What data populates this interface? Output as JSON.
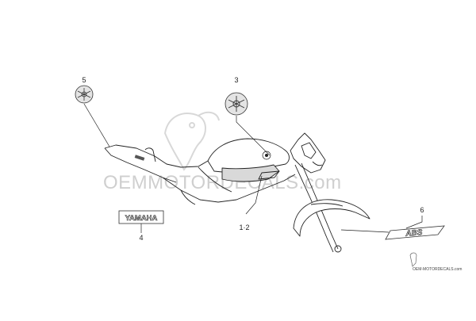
{
  "diagram": {
    "callouts": [
      {
        "id": "5",
        "label": "5"
      },
      {
        "id": "3",
        "label": "3"
      },
      {
        "id": "4",
        "label": "4"
      },
      {
        "id": "1-2",
        "label": "1·2"
      },
      {
        "id": "6",
        "label": "6"
      }
    ],
    "decal_yamaha_text": "YAMAHA",
    "decal_abs_text": "ABS",
    "watermark_text": "OEMMOTORDECALS.com",
    "brand_text": "OEM-MOTORDECALS.com",
    "colors": {
      "line": "#222222",
      "watermark": "#cfcfcf",
      "tank_panel": "#d9d9d9"
    }
  }
}
